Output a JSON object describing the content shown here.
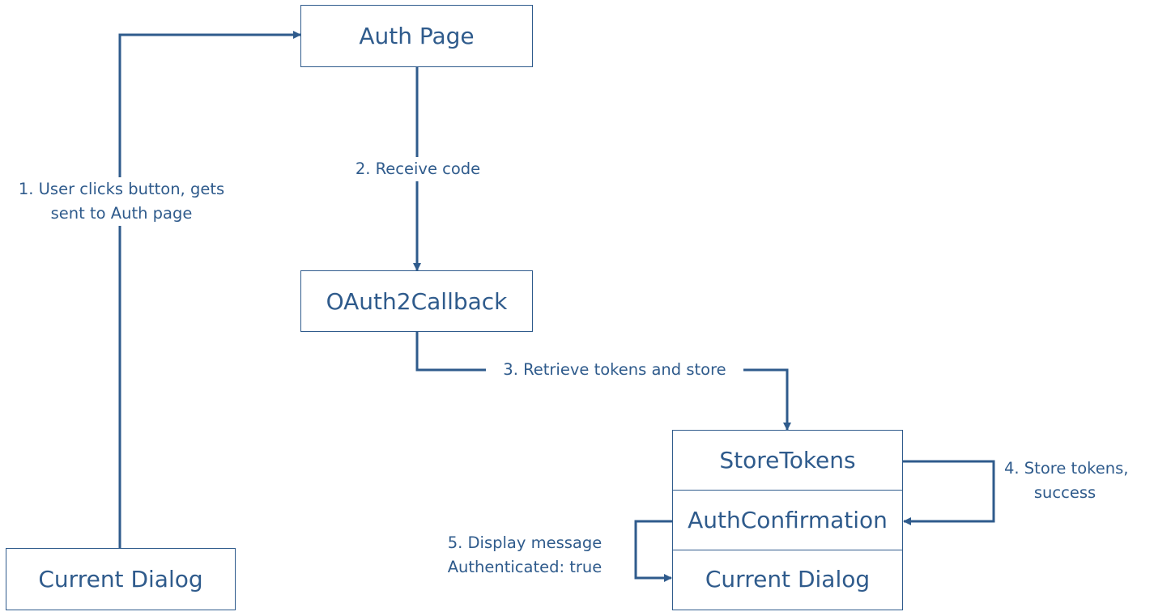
{
  "nodes": {
    "auth_page": "Auth Page",
    "oauth_callback": "OAuth2Callback",
    "current_dialog_left": "Current Dialog",
    "stack": {
      "store_tokens": "StoreTokens",
      "auth_confirmation": "AuthConfirmation",
      "current_dialog": "Current Dialog"
    }
  },
  "edges": {
    "step1": {
      "line1": "1. User clicks button, gets",
      "line2": "sent to Auth page"
    },
    "step2": "2. Receive code",
    "step3": "3. Retrieve tokens and store",
    "step4": {
      "line1": "4. Store tokens,",
      "line2": "success"
    },
    "step5": {
      "line1": "5. Display message",
      "line2": "Authenticated: true"
    }
  },
  "colors": {
    "stroke": "#2f5b8c",
    "text": "#2f5b8c",
    "background": "#ffffff"
  }
}
